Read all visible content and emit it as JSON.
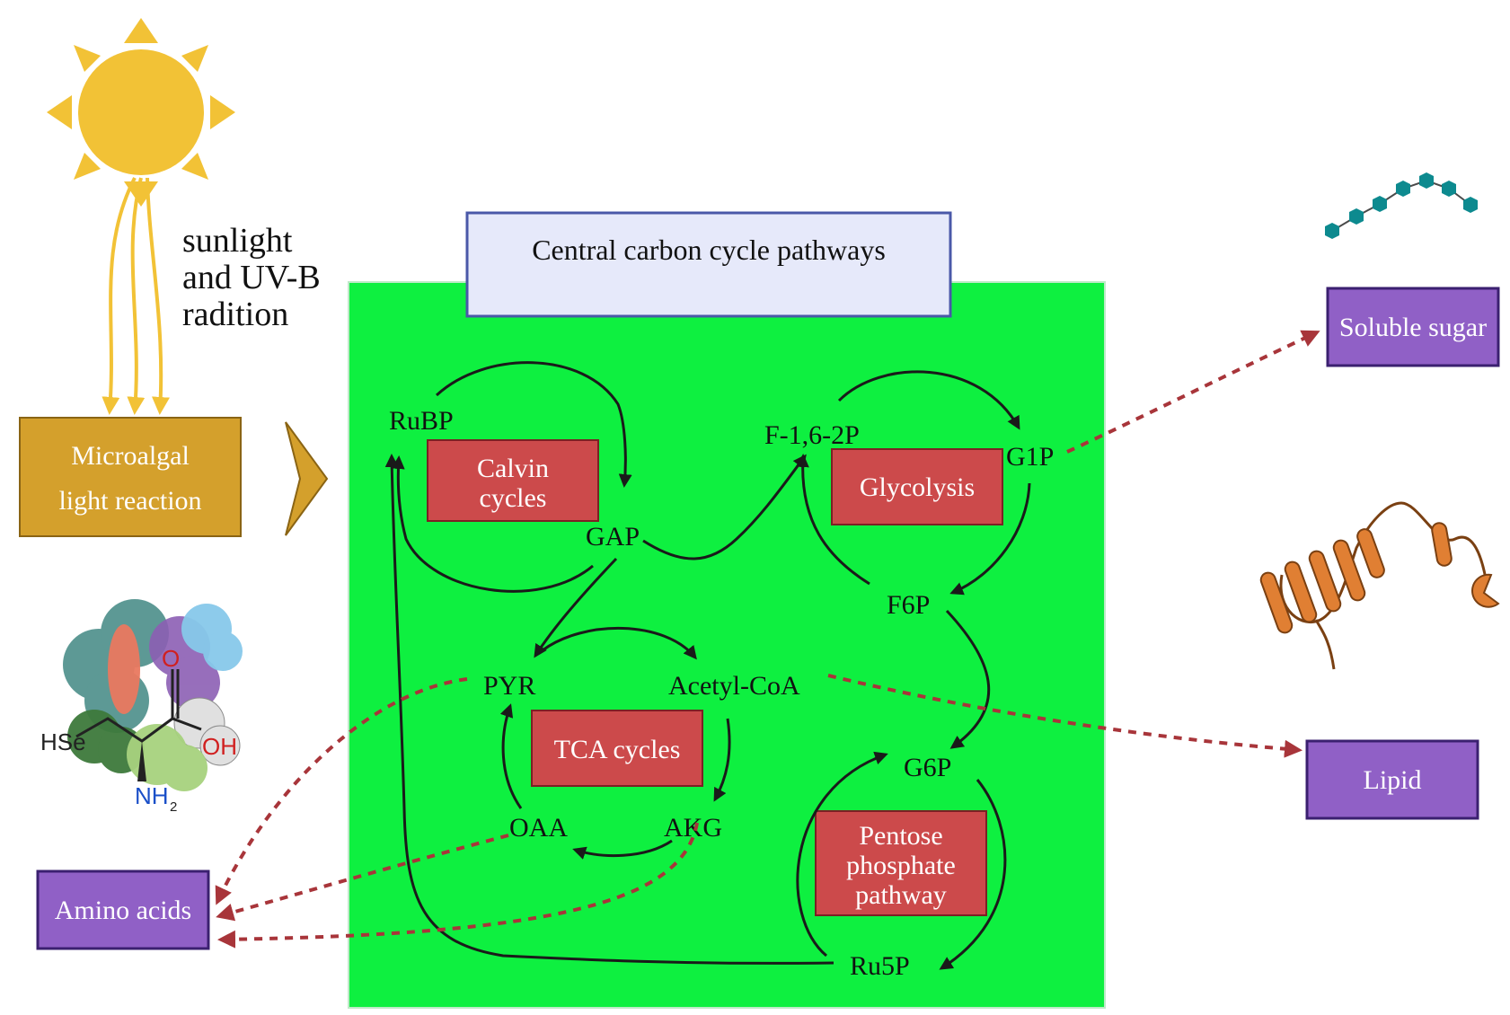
{
  "light": {
    "label_lines": [
      "sunlight",
      "and UV-B",
      "radition"
    ]
  },
  "reaction_box": {
    "line1": "Microalgal",
    "line2": "light reaction"
  },
  "central": {
    "title": "Central carbon cycle pathways"
  },
  "pathways": {
    "calvin": [
      "Calvin",
      "cycles"
    ],
    "glycolysis": "Glycolysis",
    "tca": "TCA cycles",
    "pentose": [
      "Pentose",
      "phosphate",
      "pathway"
    ]
  },
  "metabolites": {
    "rubp": "RuBP",
    "gap": "GAP",
    "f16": "F-1,6-2P",
    "g1p": "G1P",
    "f6p": "F6P",
    "pyr": "PYR",
    "acetyl": "Acetyl-CoA",
    "oaa": "OAA",
    "akg": "AKG",
    "g6p": "G6P",
    "ru5p": "Ru5P"
  },
  "products": {
    "soluble_sugar": "Soluble sugar",
    "lipid": "Lipid",
    "amino_acids": "Amino acids"
  },
  "molecule_labels": {
    "hse": "HSe",
    "o": "O",
    "oh": "OH",
    "nh": "NH",
    "sub2": "2"
  },
  "colors": {
    "sun": "#f2c236",
    "reaction_box": "#d4a02c",
    "central_bg": "#0ef040",
    "title_box": "#e6e9fa",
    "pathway_box": "#cc4a4b",
    "product_box": "#9060c6",
    "dashed_arrow": "#a8353a",
    "sugar_chain": "#0d8a8f",
    "protein": "#e07f33"
  }
}
